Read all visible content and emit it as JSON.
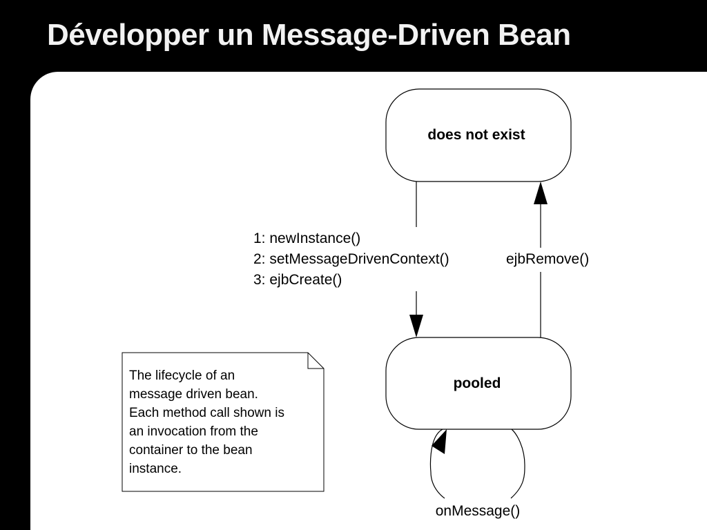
{
  "slide": {
    "title": "Développer un Message-Driven Bean"
  },
  "diagram": {
    "states": {
      "top": "does not exist",
      "bottom": "pooled"
    },
    "transitions": {
      "create_steps": [
        "1: newInstance()",
        "2: setMessageDrivenContext()",
        "3: ejbCreate()"
      ],
      "remove": "ejbRemove()",
      "self_loop": "onMessage()"
    },
    "note": {
      "lines": [
        "The lifecycle of an",
        "message driven bean.",
        "Each method call shown is",
        "an invocation from the",
        "container to the bean",
        "instance."
      ]
    }
  }
}
